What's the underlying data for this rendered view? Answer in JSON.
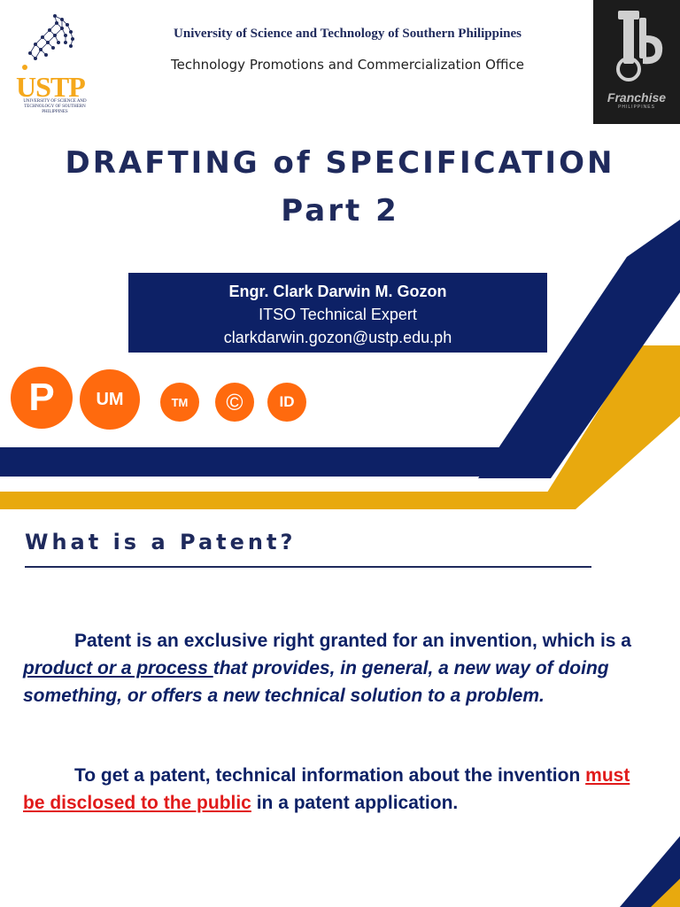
{
  "header": {
    "ustp_logo_text": "USTP",
    "ustp_logo_subtext": "UNIVERSITY OF SCIENCE AND TECHNOLOGY OF SOUTHERN PHILIPPINES",
    "university": "University of Science and Technology of Southern Philippines",
    "office": "Technology Promotions and Commercialization Office",
    "its_logo_text": "Franchise",
    "its_logo_subtext": "PHILIPPINES"
  },
  "title": {
    "line1": "DRAFTING of SPECIFICATION",
    "line2": "Part 2"
  },
  "presenter": {
    "name": "Engr. Clark Darwin M. Gozon",
    "role": "ITSO Technical Expert",
    "email": "clarkdarwin.gozon@ustp.edu.ph"
  },
  "ip_icons": {
    "patent": "P",
    "utility_model": "UM",
    "trademark": "TM",
    "copyright": "©",
    "industrial_design": "ID"
  },
  "section": {
    "heading": "What is a Patent?"
  },
  "para1": {
    "a": "Patent is an exclusive right granted for an invention, which is a ",
    "b": "product or a process ",
    "c": "that provides, in general, a new way of doing something, or offers a new technical solution to a problem."
  },
  "para2": {
    "a": "To get a patent, technical information about the invention ",
    "b": "must be disclosed to the public",
    "c": " in a patent application."
  },
  "colors": {
    "navy": "#0d2166",
    "gold": "#e8a90e",
    "orange": "#ff6a0e",
    "red": "#e11b1b"
  }
}
